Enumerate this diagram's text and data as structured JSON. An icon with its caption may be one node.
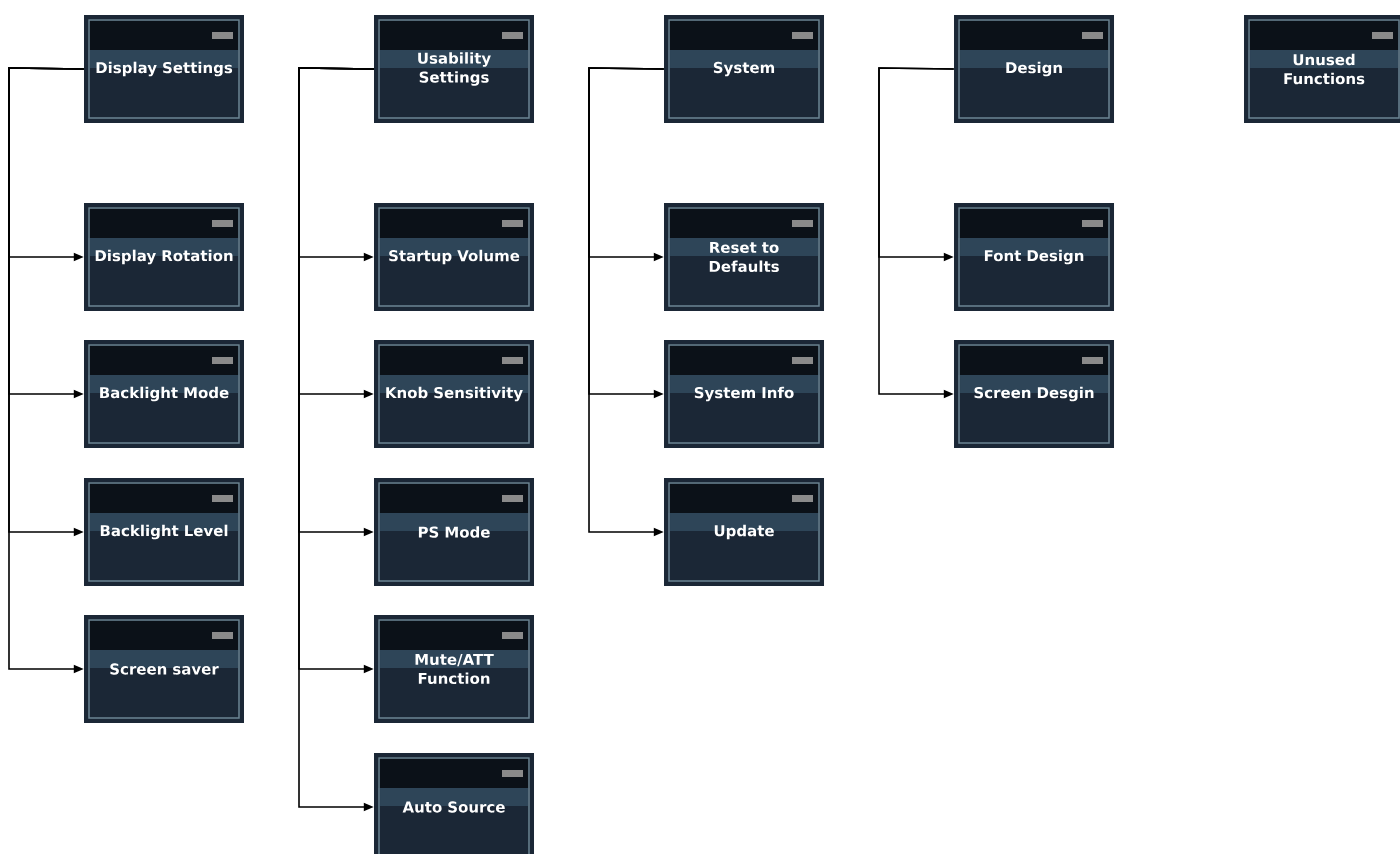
{
  "diagram": {
    "nodes": [
      {
        "text": [
          "Display Settings"
        ]
      },
      {
        "text": [
          "Display Rotation"
        ]
      },
      {
        "text": [
          "Backlight Mode"
        ]
      },
      {
        "text": [
          "Backlight Level"
        ]
      },
      {
        "text": [
          "Screen saver"
        ]
      },
      {
        "text": [
          "Usability Settings"
        ]
      },
      {
        "text": [
          "Startup Volume"
        ]
      },
      {
        "text": [
          "Knob Sensitivity"
        ]
      },
      {
        "text": [
          "PS Mode"
        ]
      },
      {
        "text": [
          "Mute/ATT Function"
        ]
      },
      {
        "text": [
          "Auto Source"
        ]
      },
      {
        "text": [
          "System"
        ]
      },
      {
        "text": [
          "Reset to Defaults"
        ]
      },
      {
        "text": [
          "System Info"
        ]
      },
      {
        "text": [
          "Update"
        ]
      },
      {
        "text": [
          "Design"
        ]
      },
      {
        "text": [
          "Font Design"
        ]
      },
      {
        "text": [
          "Screen Desgin"
        ]
      },
      {
        "text": [
          "Unused Functions"
        ]
      }
    ],
    "edges": [
      {
        "from": 0,
        "to": 1,
        "arrow": "to"
      },
      {
        "from": 0,
        "to": 2,
        "arrow": "to"
      },
      {
        "from": 0,
        "to": 3,
        "arrow": "to"
      },
      {
        "from": 0,
        "to": 4,
        "arrow": "to"
      },
      {
        "from": 5,
        "to": 6,
        "arrow": "to"
      },
      {
        "from": 5,
        "to": 7,
        "arrow": "to"
      },
      {
        "from": 5,
        "to": 8,
        "arrow": "to"
      },
      {
        "from": 5,
        "to": 9,
        "arrow": "to"
      },
      {
        "from": 5,
        "to": 10,
        "arrow": "to"
      },
      {
        "from": 11,
        "to": 12,
        "arrow": "to"
      },
      {
        "from": 11,
        "to": 13,
        "arrow": "to"
      },
      {
        "from": 11,
        "to": 14,
        "arrow": "to"
      },
      {
        "from": 15,
        "to": 16,
        "arrow": "to"
      },
      {
        "from": 15,
        "to": 17,
        "arrow": "to"
      }
    ]
  }
}
